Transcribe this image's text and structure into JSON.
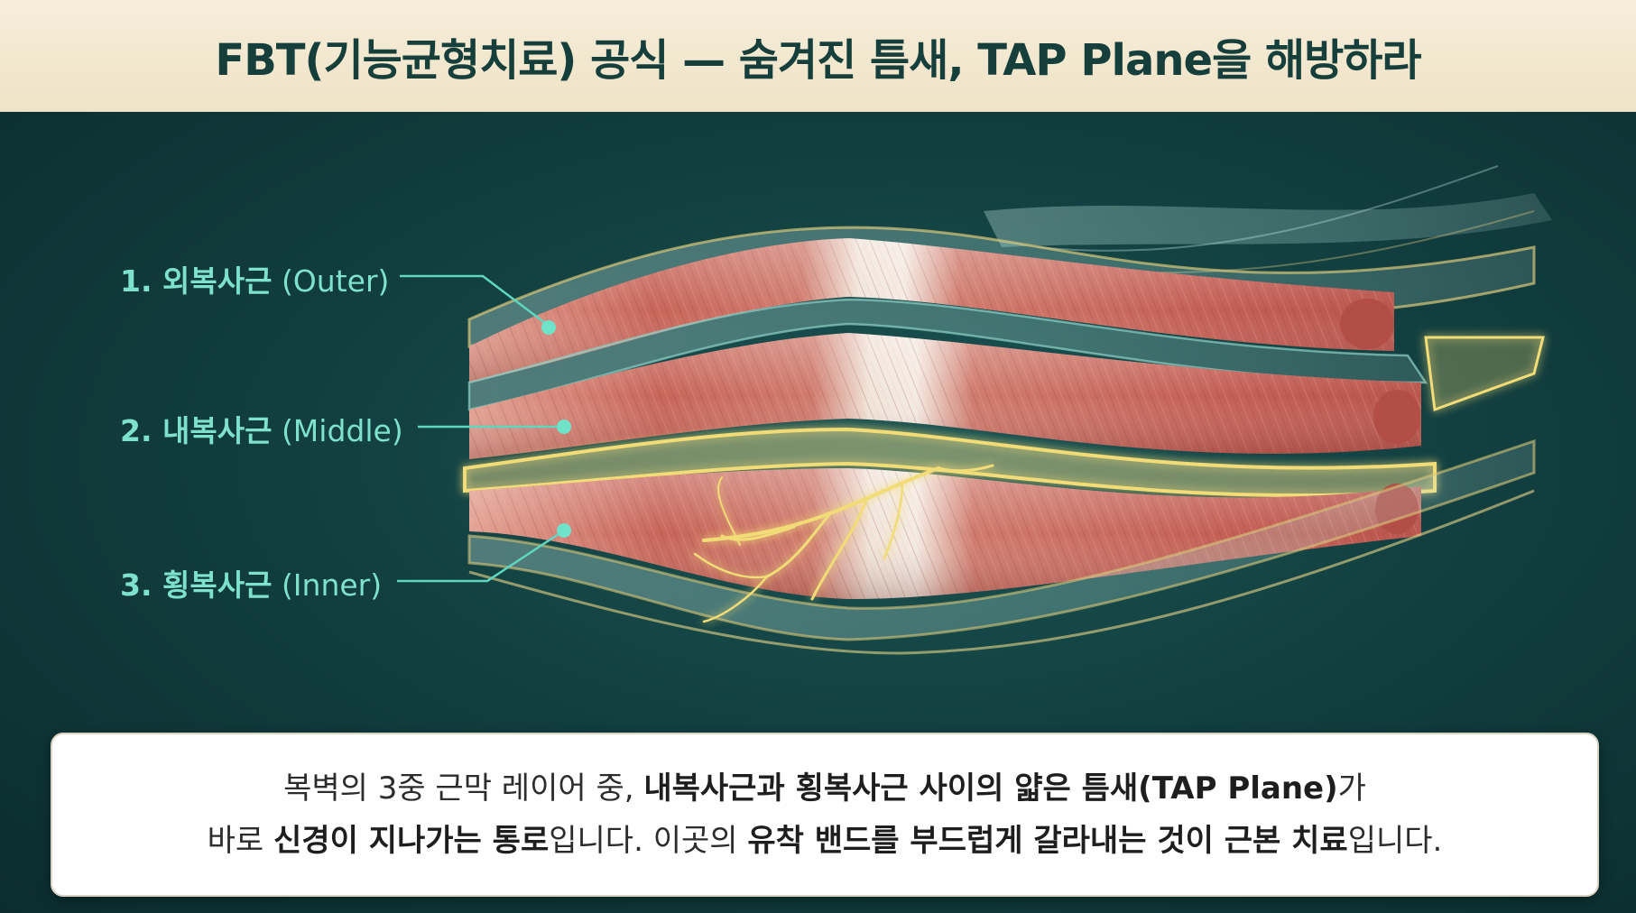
{
  "title": "FBT(기능균형치료) 공식 — 숨겨진 틈새, TAP Plane을 해방하라",
  "labels": {
    "outer": {
      "num_kr": "1. 외복사근",
      "en": "(Outer)"
    },
    "middle": {
      "num_kr": "2. 내복사근",
      "en": "(Middle)"
    },
    "inner": {
      "num_kr": "3. 횡복사근",
      "en": "(Inner)"
    }
  },
  "caption": {
    "line1": [
      {
        "text": "복벽의 3중 근막 레이어 중, ",
        "bold": false
      },
      {
        "text": "내복사근과 횡복사근 사이의 얇은 틈새(TAP Plane)",
        "bold": true
      },
      {
        "text": "가",
        "bold": false
      }
    ],
    "line2": [
      {
        "text": "바로 ",
        "bold": false
      },
      {
        "text": "신경이 지나가는 통로",
        "bold": true
      },
      {
        "text": "입니다. 이곳의 ",
        "bold": false
      },
      {
        "text": "유착 밴드를 부드럽게 갈라내는 것이 근본 치료",
        "bold": true
      },
      {
        "text": "입니다.",
        "bold": false
      }
    ]
  },
  "colors": {
    "accent_teal": "#7ee1cc",
    "nerve_gold": "#f2dc78",
    "muscle": "#c8675c",
    "tendon": "#efe2d6",
    "header_bg": "#f3e9d2",
    "title_text": "#163f3b"
  }
}
